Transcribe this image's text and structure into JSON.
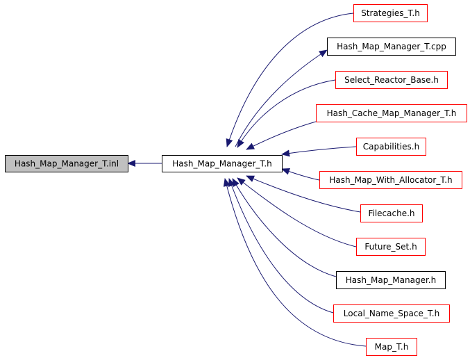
{
  "diagram": {
    "type": "include-dependency-graph",
    "colors": {
      "edge": "#191970",
      "root_fill": "#c0c0c0",
      "root_border": "#000000",
      "documented_border": "#000000",
      "undocumented_border": "#ff0000",
      "node_fill": "#ffffff"
    },
    "root": {
      "id": "inl",
      "label": "Hash_Map_Manager_T.inl",
      "style": "root"
    },
    "hub": {
      "id": "h",
      "label": "Hash_Map_Manager_T.h",
      "style": "documented"
    },
    "includers": [
      {
        "id": "strategies",
        "label": "Strategies_T.h",
        "style": "undocumented",
        "arrow": "to-hub"
      },
      {
        "id": "cpp",
        "label": "Hash_Map_Manager_T.cpp",
        "style": "documented",
        "arrow": "to-node"
      },
      {
        "id": "select",
        "label": "Select_Reactor_Base.h",
        "style": "undocumented",
        "arrow": "to-hub"
      },
      {
        "id": "cache",
        "label": "Hash_Cache_Map_Manager_T.h",
        "style": "undocumented",
        "arrow": "to-hub"
      },
      {
        "id": "caps",
        "label": "Capabilities.h",
        "style": "undocumented",
        "arrow": "to-hub"
      },
      {
        "id": "alloc",
        "label": "Hash_Map_With_Allocator_T.h",
        "style": "undocumented",
        "arrow": "to-hub"
      },
      {
        "id": "filecache",
        "label": "Filecache.h",
        "style": "undocumented",
        "arrow": "to-hub"
      },
      {
        "id": "future",
        "label": "Future_Set.h",
        "style": "undocumented",
        "arrow": "to-hub"
      },
      {
        "id": "hmm",
        "label": "Hash_Map_Manager.h",
        "style": "documented",
        "arrow": "to-hub"
      },
      {
        "id": "lns",
        "label": "Local_Name_Space_T.h",
        "style": "undocumented",
        "arrow": "to-hub"
      },
      {
        "id": "map",
        "label": "Map_T.h",
        "style": "undocumented",
        "arrow": "to-hub"
      }
    ]
  }
}
